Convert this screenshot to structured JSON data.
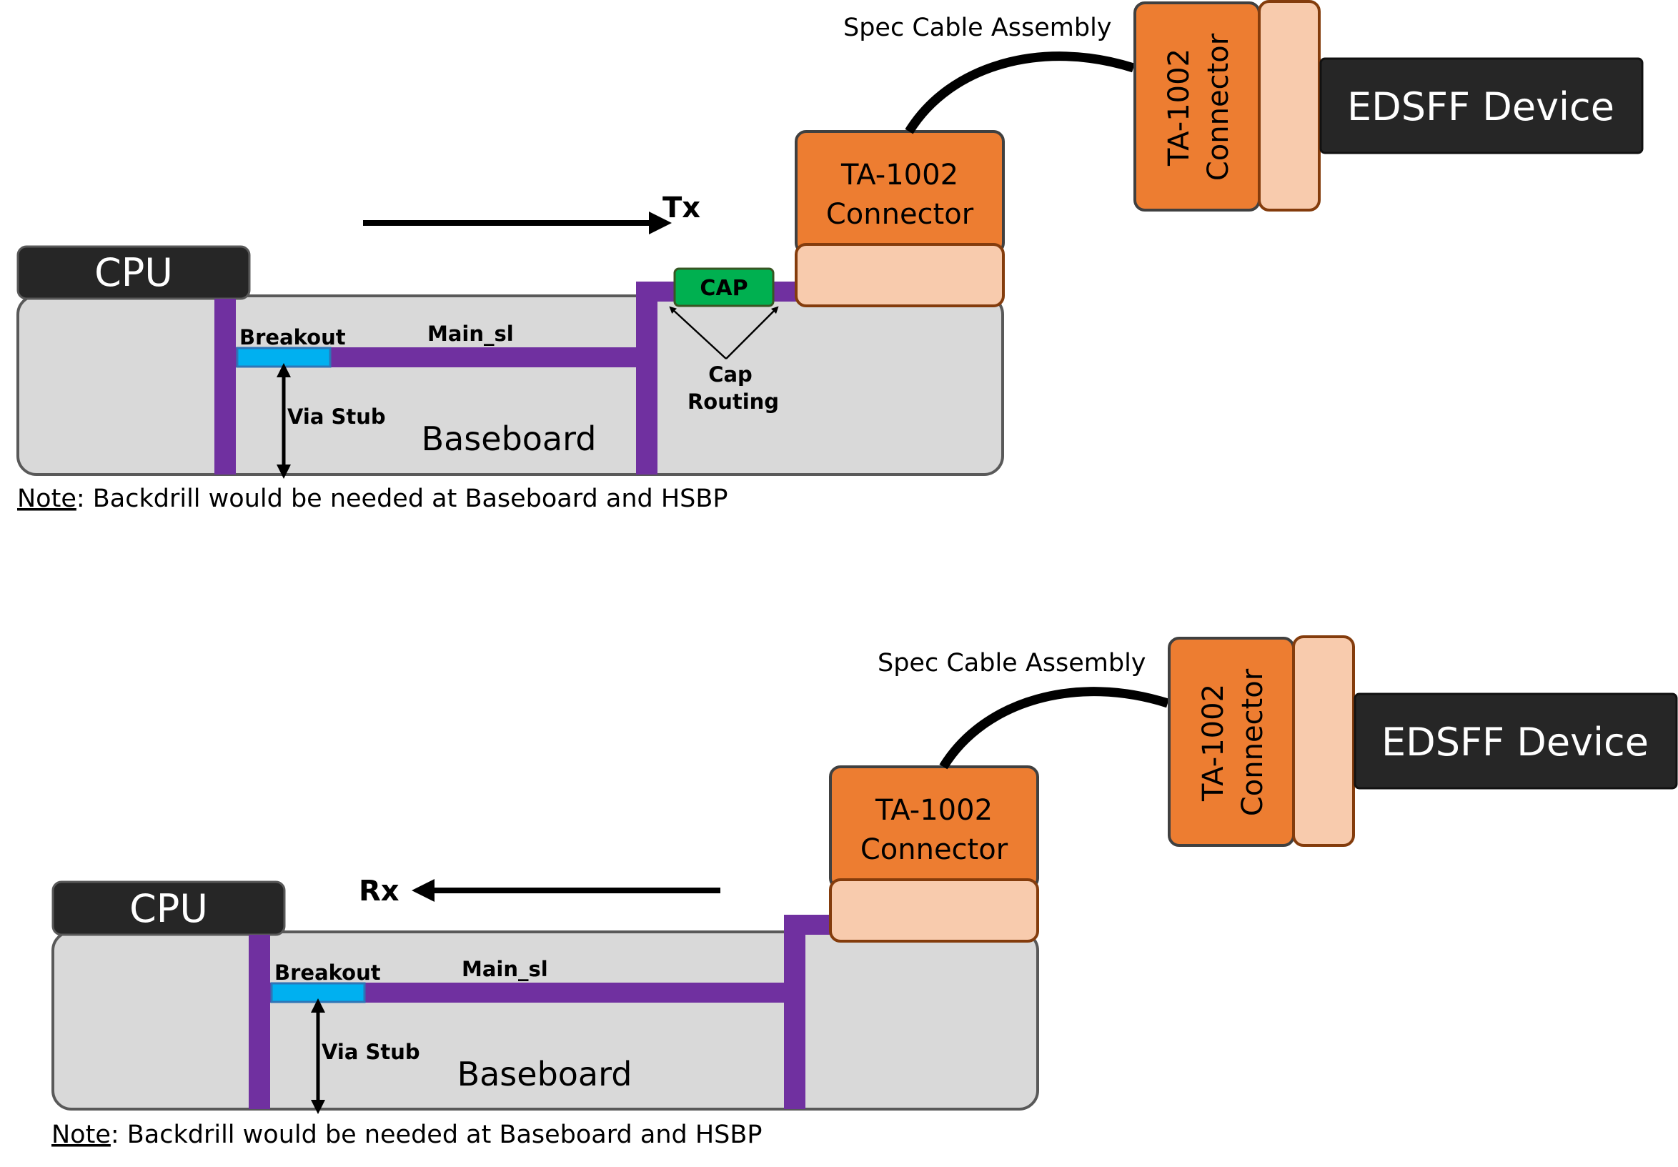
{
  "colors": {
    "board_fill": "#d9d9d9",
    "board_stroke": "#595959",
    "dark_box": "#262626",
    "trace": "#7030a0",
    "breakout": "#00b0f0",
    "breakout_stroke": "#2e75b6",
    "cap_fill": "#00b050",
    "connector_orange": "#ed7d31",
    "connector_light": "#f8cbad",
    "connector_stroke": "#843c0c",
    "cable": "#000000",
    "text": "#000000",
    "text_light": "#ffffff"
  },
  "tx": {
    "direction_label": "Tx",
    "cpu_label": "CPU",
    "breakout_label": "Breakout",
    "main_label": "Main_sl",
    "via_stub_label": "Via Stub",
    "baseboard_label": "Baseboard",
    "cap_label": "CAP",
    "cap_routing_line1": "Cap",
    "cap_routing_line2": "Routing",
    "connector_line1": "TA-1002",
    "connector_line2": "Connector",
    "cable_label": "Spec Cable Assembly",
    "rot_connector_line1": "TA-1002",
    "rot_connector_line2": "Connector",
    "device_label": "EDSFF Device",
    "note_underlined": "Note",
    "note_rest": ": Backdrill would be needed at Baseboard and HSBP"
  },
  "rx": {
    "direction_label": "Rx",
    "cpu_label": "CPU",
    "breakout_label": "Breakout",
    "main_label": "Main_sl",
    "via_stub_label": "Via Stub",
    "baseboard_label": "Baseboard",
    "connector_line1": "TA-1002",
    "connector_line2": "Connector",
    "cable_label": "Spec Cable Assembly",
    "rot_connector_line1": "TA-1002",
    "rot_connector_line2": "Connector",
    "device_label": "EDSFF Device",
    "note_underlined": "Note",
    "note_rest": ": Backdrill would be needed at Baseboard and HSBP"
  }
}
